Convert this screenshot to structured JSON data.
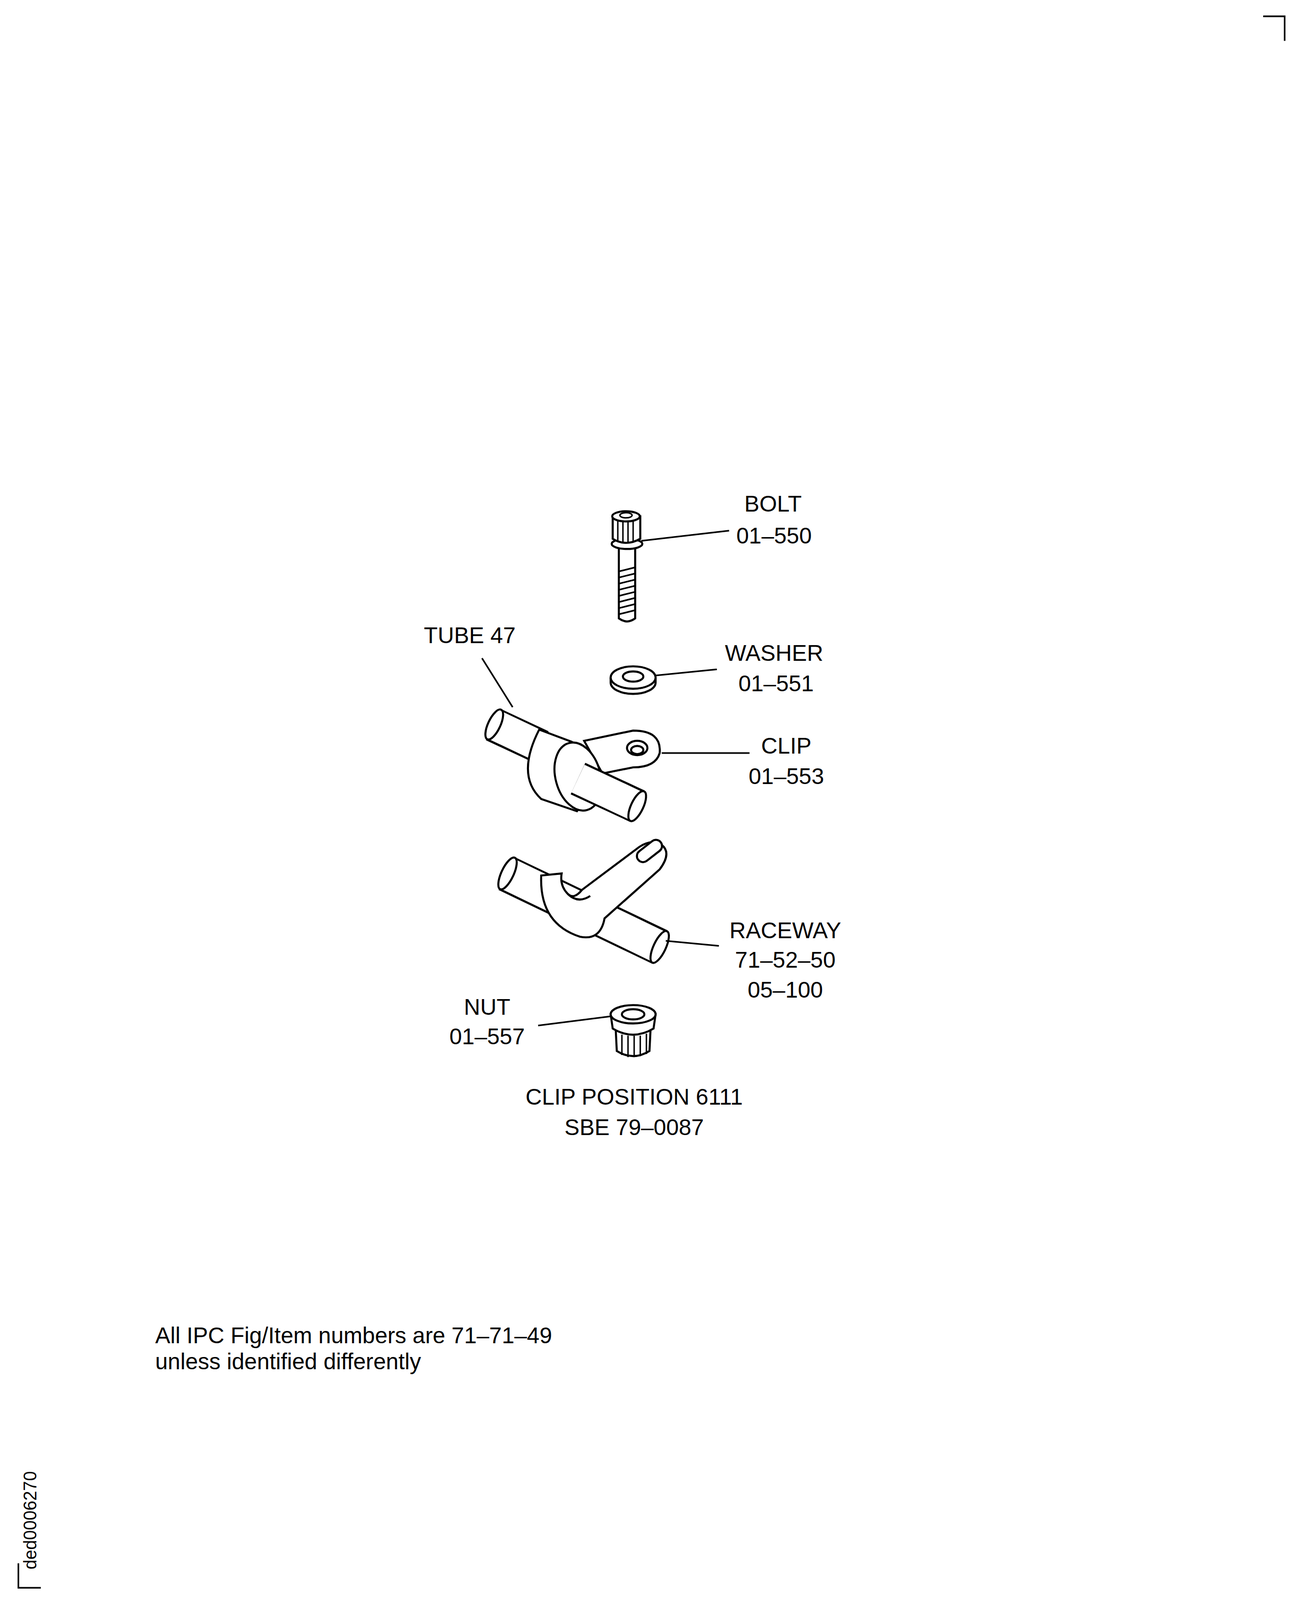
{
  "diagram": {
    "labels": [
      "BOLT",
      "01–550",
      "TUBE 47",
      "WASHER",
      "01–551",
      "CLIP",
      "01–553",
      "RACEWAY",
      "71–52–50",
      "05–100",
      "NUT",
      "01–557",
      "CLIP POSITION 6111",
      "SBE 79–0087",
      "All IPC Fig/Item numbers are 71–71–49 unless identified differently",
      "ded0006270"
    ]
  }
}
